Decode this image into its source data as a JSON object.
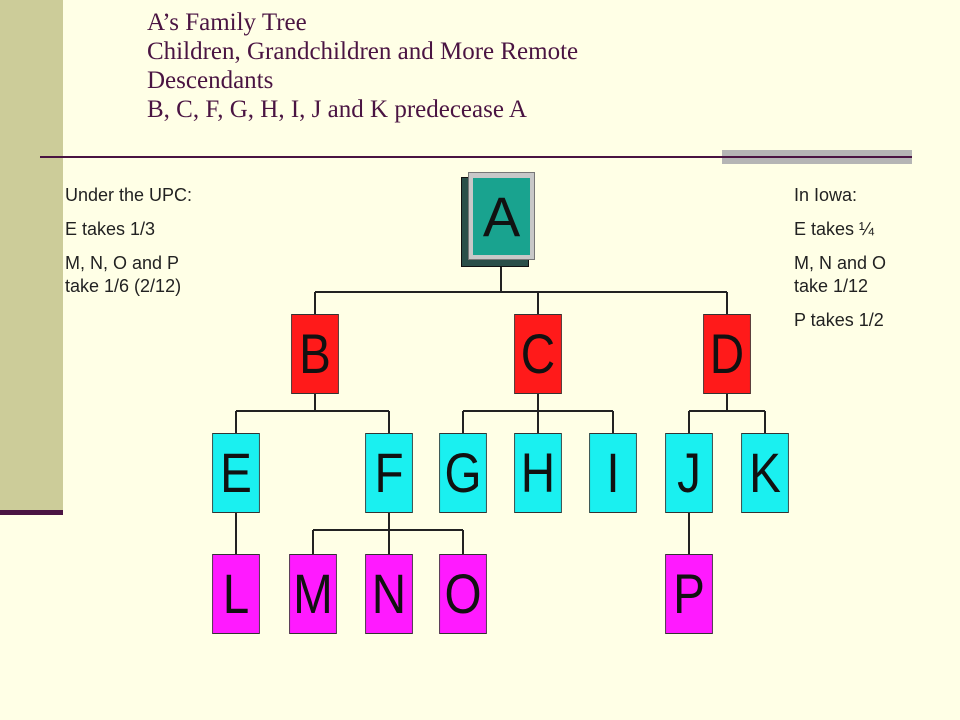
{
  "title": {
    "line1": "A’s Family Tree",
    "line2": "Children, Grandchildren and More Remote",
    "line3": "Descendants",
    "line4": "B, C, F, G, H, I, J and K predecease A"
  },
  "left_note": {
    "heading": "Under the UPC:",
    "line1": "E takes 1/3",
    "line2": "M, N, O and P",
    "line3": "take 1/6 (2/12)"
  },
  "right_note": {
    "heading": "In Iowa:",
    "line1": "E takes ¼",
    "line2": "M, N and O",
    "line3": "take 1/12",
    "line4": "P takes 1/2"
  },
  "nodes": {
    "a": "A",
    "b": "B",
    "c": "C",
    "d": "D",
    "e": "E",
    "f": "F",
    "g": "G",
    "h": "H",
    "i": "I",
    "j": "J",
    "k": "K",
    "l": "L",
    "m": "M",
    "n": "N",
    "o": "O",
    "p": "P"
  },
  "colors": {
    "root": "#19a38f",
    "children": "#ff1a1a",
    "grandchildren": "#1af0f0",
    "great_grandchildren": "#ff1aff"
  }
}
